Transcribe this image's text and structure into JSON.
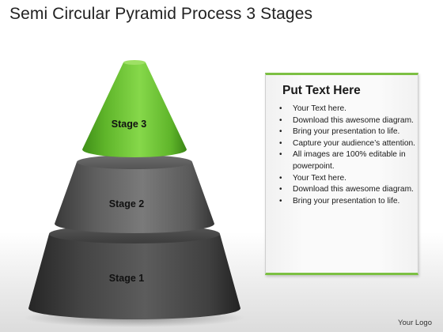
{
  "title": "Semi Circular Pyramid Process 3 Stages",
  "stages": [
    {
      "label": "Stage 3",
      "color": "#6cc12f"
    },
    {
      "label": "Stage 2",
      "color": "#5a5a5a"
    },
    {
      "label": "Stage 1",
      "color": "#3f3f3f"
    }
  ],
  "textbox": {
    "heading": "Put Text Here",
    "bullets": [
      "Your Text here.",
      "Download this awesome diagram.",
      "Bring your presentation to life.",
      "Capture your audience’s attention.",
      "All images are 100% editable in powerpoint.",
      "Your Text here.",
      "Download this awesome diagram.",
      "Bring your presentation to life."
    ],
    "accent_color": "#7cc043"
  },
  "footer": {
    "logo_text": "Your Logo"
  }
}
